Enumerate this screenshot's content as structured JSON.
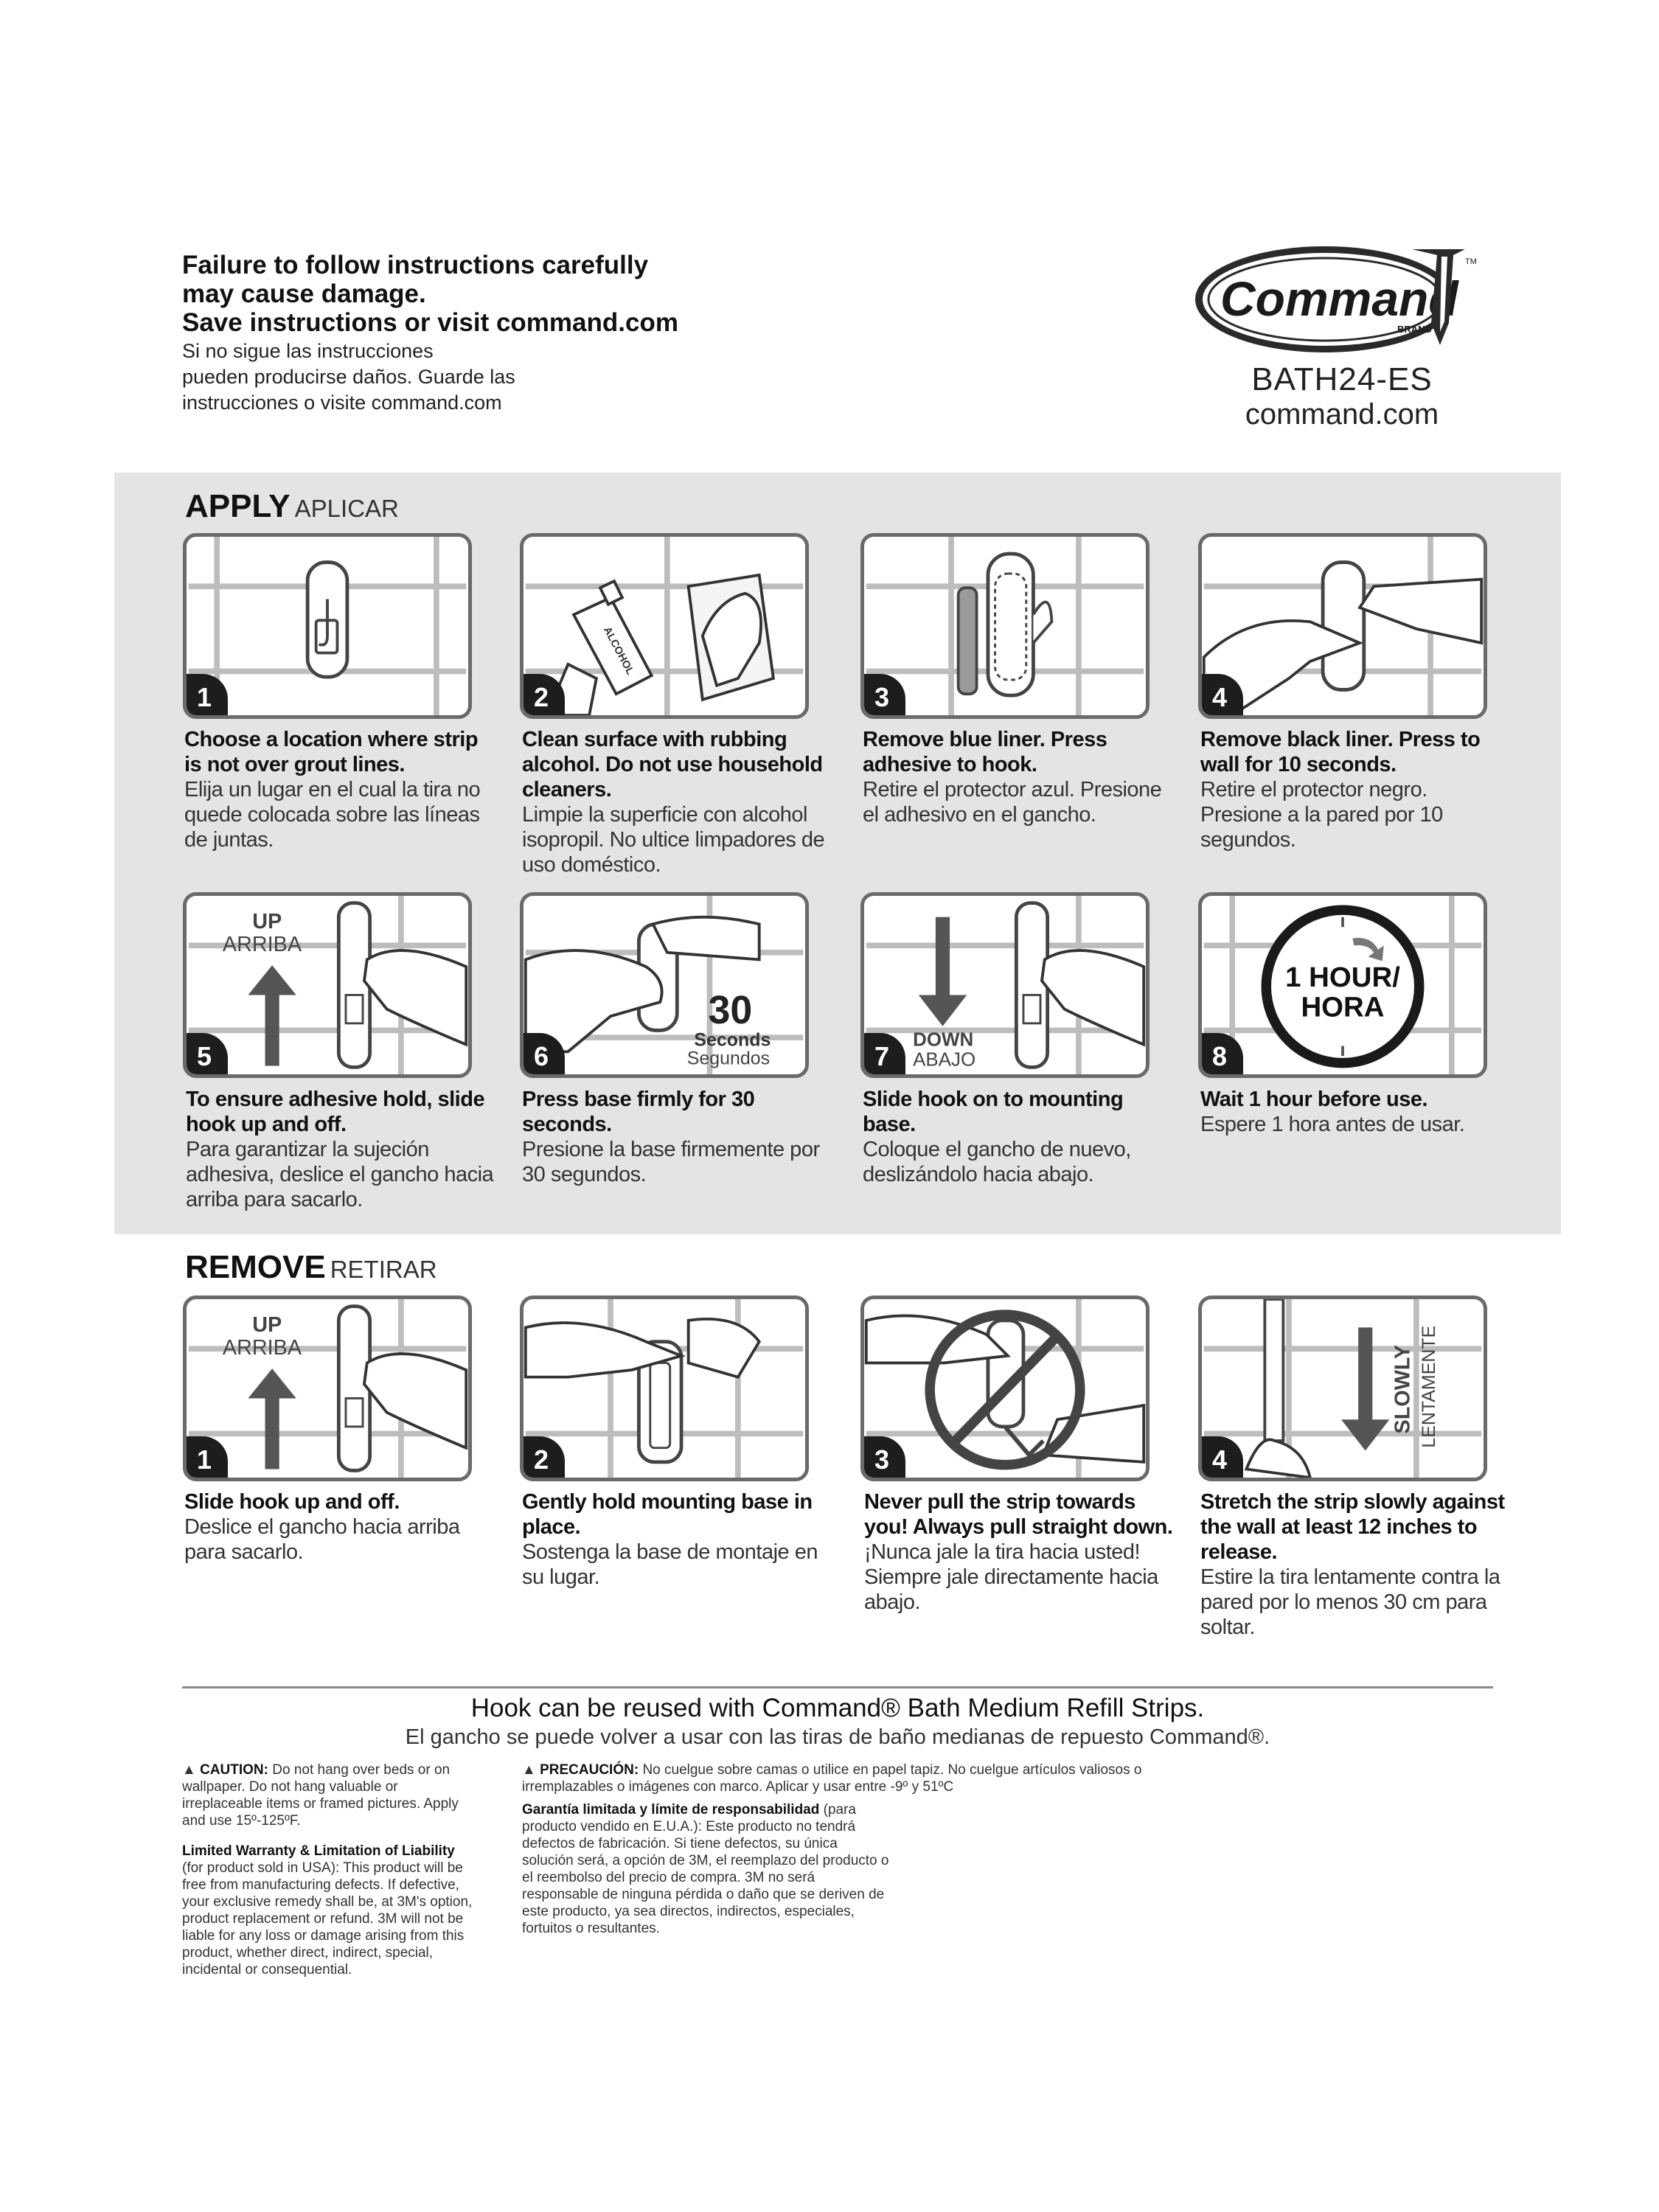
{
  "header": {
    "warning_en": [
      "Failure to follow instructions carefully",
      "may cause damage.",
      "Save instructions or visit command.com"
    ],
    "warning_es": [
      "Si no sigue las instrucciones",
      "pueden producirse daños. Guarde las",
      "instrucciones o visite command.com"
    ],
    "logo_text": "Command",
    "logo_brand": "BRAND",
    "logo_tm": "TM",
    "model": "BATH24-ES",
    "website": "command.com"
  },
  "apply": {
    "title": "APPLY",
    "title_es": "APLICAR",
    "steps": [
      {
        "num": "1",
        "en": "Choose a location where strip is not over grout lines.",
        "es": "Elija un lugar en el cual la tira no quede colocada sobre las líneas de juntas.",
        "labels": []
      },
      {
        "num": "2",
        "en": "Clean surface with rubbing alcohol. Do not use household cleaners.",
        "es": "Limpie la superficie con alcohol isopropil. No ultice limpadores de uso doméstico.",
        "labels": [
          "ALCOHOL"
        ]
      },
      {
        "num": "3",
        "en": "Remove blue liner. Press adhesive to hook.",
        "es": "Retire el protector azul. Presione el adhesivo en el gancho.",
        "labels": []
      },
      {
        "num": "4",
        "en": "Remove black liner. Press to wall for 10 seconds.",
        "es": "Retire el protector negro. Presione a la pared por 10 segundos.",
        "labels": []
      },
      {
        "num": "5",
        "en": "To ensure adhesive hold, slide hook up and off.",
        "es": "Para garantizar la sujeción adhesiva, deslice el gancho hacia arriba para sacarlo.",
        "labels": [
          "UP",
          "ARRIBA"
        ]
      },
      {
        "num": "6",
        "en": "Press base firmly for 30 seconds.",
        "es": "Presione la base firmemente por 30 segundos.",
        "labels": [
          "30",
          "Seconds",
          "Segundos"
        ]
      },
      {
        "num": "7",
        "en": "Slide hook on to mounting base.",
        "es": "Coloque el gancho de nuevo, deslizándolo hacia abajo.",
        "labels": [
          "DOWN",
          "ABAJO"
        ]
      },
      {
        "num": "8",
        "en": "Wait 1 hour before use.",
        "es": "Espere 1 hora antes de usar.",
        "labels": [
          "1 HOUR/",
          "HORA"
        ]
      }
    ]
  },
  "remove": {
    "title": "REMOVE",
    "title_es": "RETIRAR",
    "steps": [
      {
        "num": "1",
        "en": "Slide hook up and off.",
        "es": "Deslice el gancho hacia arriba para sacarlo.",
        "labels": [
          "UP",
          "ARRIBA"
        ]
      },
      {
        "num": "2",
        "en": "Gently hold mounting base in place.",
        "es": "Sostenga la base de montaje en su lugar.",
        "labels": []
      },
      {
        "num": "3",
        "en": "Never pull the strip towards you! Always pull straight down.",
        "es": "¡Nunca jale la tira hacia usted! Siempre jale directamente hacia abajo.",
        "labels": []
      },
      {
        "num": "4",
        "en": "Stretch the strip slowly against the wall at least 12 inches to release.",
        "es": "Estire la tira lentamente contra la pared por lo menos 30 cm para soltar.",
        "labels": [
          "SLOWLY",
          "LENTAMENTE"
        ]
      }
    ]
  },
  "reuse": {
    "en": "Hook can be reused with Command® Bath Medium Refill Strips.",
    "es": "El gancho se puede volver a usar con las tiras de baño medianas de repuesto Command®."
  },
  "fineprint": {
    "caution_en_title": "CAUTION:",
    "caution_en": "Do not hang over beds or on wallpaper. Do not hang valuable or irreplaceable items or framed pictures. Apply and use 15º-125ºF.",
    "warranty_en_title": "Limited Warranty & Limitation of Liability",
    "warranty_en": "(for product sold in USA): This product will be free from manufacturing defects. If defective, your exclusive remedy shall be, at 3M's option, product replacement or refund. 3M will not be liable for any loss or damage arising from this product, whether direct, indirect, special, incidental or consequential.",
    "caution_es_title": "PRECAUCIÓN:",
    "caution_es": "No cuelgue sobre camas o utilice en papel tapiz. No cuelgue artículos valiosos o irremplazables o imágenes con marco. Aplicar y usar entre -9º y 51ºC",
    "warranty_es_title": "Garantía limitada y límite de responsabilidad",
    "warranty_es": "(para producto vendido en E.U.A.): Este producto no tendrá defectos de fabricación. Si tiene defectos, su única solución será, a opción de 3M, el reemplazo del producto o el reembolso del precio de compra. 3M no será responsable de ninguna pérdida o daño que se deriven de este producto, ya sea directos, indirectos, especiales, fortuitos o resultantes."
  }
}
